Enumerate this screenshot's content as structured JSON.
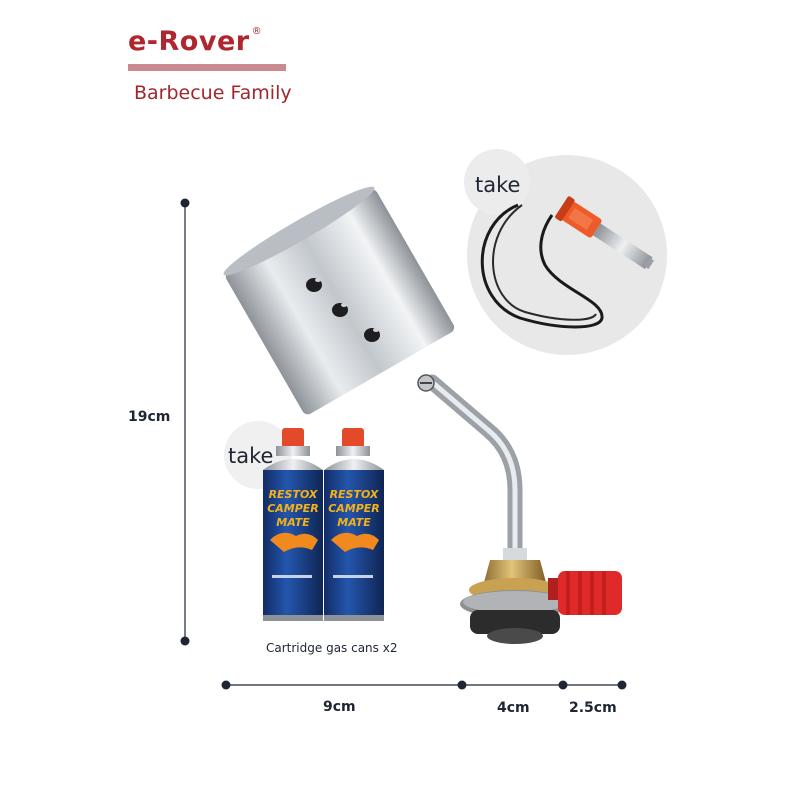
{
  "brand": {
    "name": "e-Rover",
    "registered_mark": "®",
    "tagline": "Barbecue Family",
    "color": "#b0262e"
  },
  "dimensions": {
    "height": "19cm",
    "widths": [
      "9cm",
      "4cm",
      "2.5cm"
    ]
  },
  "callouts": {
    "igniter_label": "take",
    "cans_label": "take",
    "cans_caption": "Cartridge gas cans x2"
  },
  "can_print": {
    "line1": "RESTOX",
    "line2": "CAMPER",
    "line3": "MATE"
  },
  "colors": {
    "dimension_line": "#1f2533",
    "can_body": "#1a3f8e",
    "cap_red": "#e24a2a",
    "steel": "#c9cdd2",
    "brass": "#c8a152",
    "valve_red": "#e02a2a",
    "igniter_orange": "#ef5a2a",
    "inset_background": "#e8e8e8"
  },
  "icons": [
    "torch-product",
    "piezo-igniter-lanyard",
    "gas-canister"
  ]
}
